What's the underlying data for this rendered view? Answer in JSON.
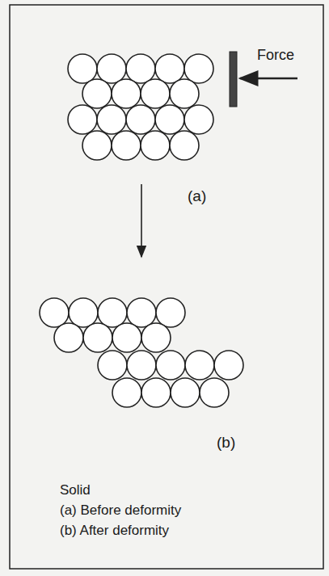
{
  "diagram": {
    "labels": [
      "Force",
      "(a)",
      "(b)",
      "Solid",
      "(a) Before deformity",
      "(b) After deformity"
    ]
  }
}
